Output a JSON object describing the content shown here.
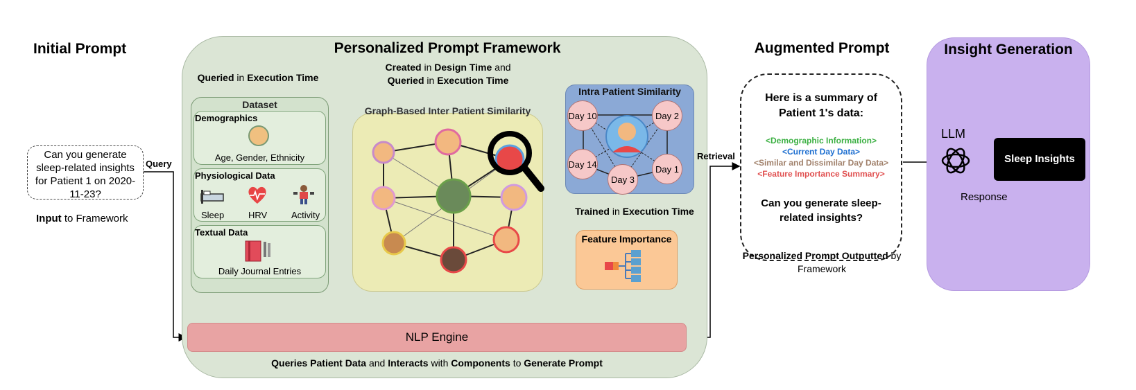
{
  "titles": {
    "initial_prompt": "Initial Prompt",
    "framework": "Personalized Prompt  Framework",
    "augmented_prompt": "Augmented Prompt",
    "insight_generation": "Insight Generation"
  },
  "input": {
    "question": "Can you generate sleep-related insights for Patient 1 on 2020-11-23?",
    "caption_bold": "Input",
    "caption_rest": " to Framework",
    "query_label": "Query"
  },
  "dataset": {
    "header_pre": "Queried",
    "header_mid": " in ",
    "header_bold": "Execution Time",
    "title": "Dataset",
    "demographics": {
      "title": "Demographics",
      "text": "Age, Gender, Ethnicity"
    },
    "physiological": {
      "title": "Physiological Data",
      "items": [
        "Sleep",
        "HRV",
        "Activity"
      ]
    },
    "textual": {
      "title": "Textual Data",
      "text": "Daily Journal Entries"
    }
  },
  "graph": {
    "header": {
      "l1_a": "Created",
      "l1_b": " in ",
      "l1_c": "Design Time",
      "l1_d": "  and",
      "l2_a": "Queried",
      "l2_b": " in ",
      "l2_c": "Execution Time"
    },
    "title": "Graph-Based Inter Patient Similarity"
  },
  "intra": {
    "title": "Intra Patient Similarity",
    "days": [
      "Day 10",
      "Day 2",
      "Day 14",
      "Day 3",
      "Day 1"
    ]
  },
  "feature": {
    "header_a": "Trained",
    "header_b": " in ",
    "header_c": "Execution Time",
    "title": "Feature Importance"
  },
  "nlp": {
    "label": "NLP Engine",
    "caption": {
      "a": "Queries Patient Data",
      "b": " and ",
      "c": "Interacts",
      "d": " with ",
      "e": "Components",
      "f": " to ",
      "g": "Generate Prompt"
    }
  },
  "retrieval": "Retrieval",
  "augmented": {
    "summary_title": "Here is a summary of Patient 1's data:",
    "tags": [
      {
        "text": "<Demographic Information>",
        "color": "#3cb043"
      },
      {
        "text": "<Current Day Data>",
        "color": "#1e6fd0"
      },
      {
        "text": "<Similar and Dissimilar Day Data>",
        "color": "#a0806a"
      },
      {
        "text": "<Feature Importance Summary>",
        "color": "#e05050"
      }
    ],
    "question": "Can you generate sleep-related insights?",
    "caption_bold": "Personalized Prompt Outputted",
    "caption_rest": " by Framework"
  },
  "insight": {
    "llm": "LLM",
    "output": "Sleep Insights",
    "response": "Response"
  },
  "colors": {
    "framework_bg": "#dbe5d5",
    "dataset_bg": "#d3e2cd",
    "graph_bg": "#ecebb5",
    "intra_bg": "#8ba9d6",
    "feature_bg": "#fbc896",
    "nlp_bg": "#e8a3a3",
    "insight_bg": "#c9b1ee"
  }
}
